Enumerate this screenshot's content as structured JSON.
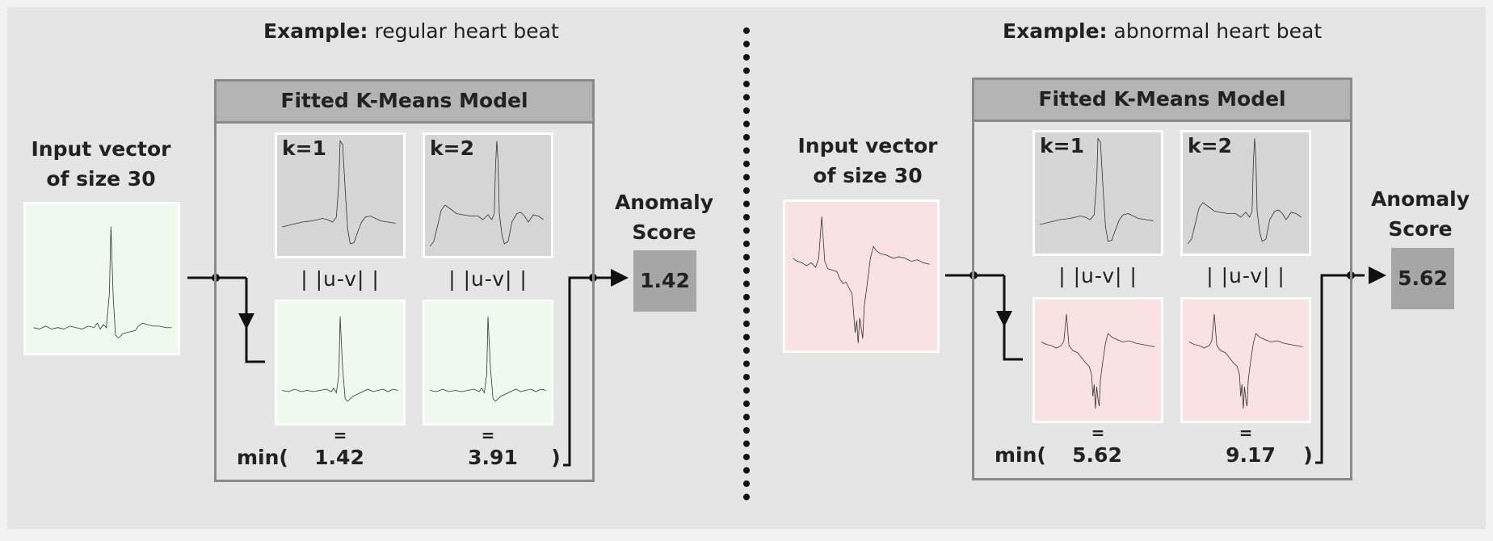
{
  "colors": {
    "normal_fill": "#eefaee",
    "abnormal_fill": "#fae2e2",
    "centroid_fill": "#d6d6d6",
    "model_header": "#b4b4b4",
    "model_border": "#8a8a8a",
    "score_fill": "#a6a6a6"
  },
  "panels": [
    {
      "title_bold": "Example:",
      "title_rest": "regular heart beat",
      "input_label_1": "Input vector",
      "input_label_2": "of size 30",
      "model_title": "Fitted K-Means Model",
      "k1_label": "k=1",
      "k2_label": "k=2",
      "norm_label": "| |u-v| |",
      "eq_mark": "=",
      "min_label": "min(",
      "close_paren": ")",
      "distance_k1": "1.42",
      "distance_k2": "3.91",
      "score_label_1": "Anomaly",
      "score_label_2": "Score",
      "score_value": "1.42"
    },
    {
      "title_bold": "Example:",
      "title_rest": "abnormal heart beat",
      "input_label_1": "Input vector",
      "input_label_2": "of size 30",
      "model_title": "Fitted K-Means Model",
      "k1_label": "k=1",
      "k2_label": "k=2",
      "norm_label": "| |u-v| |",
      "eq_mark": "=",
      "min_label": "min(",
      "close_paren": ")",
      "distance_k1": "5.62",
      "distance_k2": "9.17",
      "score_label_1": "Anomaly",
      "score_label_2": "Score",
      "score_value": "5.62"
    }
  ]
}
